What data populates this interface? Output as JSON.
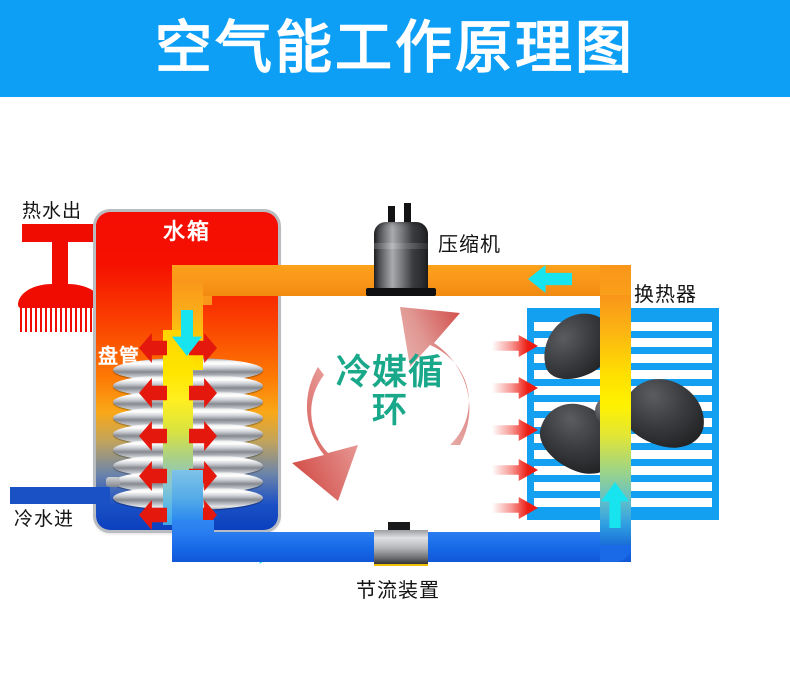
{
  "header": {
    "title": "空气能工作原理图",
    "bg_color": "#0d9ef5",
    "text_color": "#ffffff"
  },
  "labels": {
    "tank": "水箱",
    "coil": "盘管",
    "hot_water_out": "热水出",
    "cold_water_in": "冷水进",
    "compressor": "压缩机",
    "throttle_device": "节流装置",
    "heat_exchanger": "换热器",
    "refrigerant_cycle": "冷媒循环"
  },
  "colors": {
    "header_blue": "#0d9ef5",
    "hot_pipe_orange": "#f9961a",
    "cold_pipe_blue": "#1668e6",
    "flow_arrow_cyan": "#18e4f0",
    "heat_arrow_red": "#ed1c12",
    "cycle_text_teal": "#1aa88a",
    "tank_top_red": "#f50d04",
    "tank_bottom_blue": "#0b3fbe",
    "fin_blue": "#13a0f0",
    "hot_water_pipe_red": "#f00c00"
  },
  "diagram": {
    "type": "air-source-heat-pump-schematic",
    "components": [
      {
        "name": "水箱",
        "role": "water tank with internal coil"
      },
      {
        "name": "盘管",
        "role": "heat exchange coil inside tank"
      },
      {
        "name": "压缩机",
        "role": "compressor on hot gas line"
      },
      {
        "name": "换热器",
        "role": "finned heat exchanger with fan"
      },
      {
        "name": "节流装置",
        "role": "throttling / expansion device"
      }
    ],
    "flows": [
      {
        "name": "热水出",
        "direction": "out",
        "color": "#f00c00"
      },
      {
        "name": "冷水进",
        "direction": "in",
        "color": "#1a52c6"
      },
      {
        "name": "冷媒循环",
        "direction": "loop",
        "color": "#1aa88a"
      }
    ],
    "flow_arrows": [
      {
        "id": "tank-inlet-down",
        "direction": "down"
      },
      {
        "id": "top-line-left",
        "direction": "left"
      },
      {
        "id": "exchanger-riser-up",
        "direction": "up"
      },
      {
        "id": "bottom-line-right",
        "direction": "right"
      }
    ],
    "heat_arrow_count_coil_pairs": 5,
    "heat_arrow_count_exchanger": 5,
    "coil_turns": 9
  }
}
